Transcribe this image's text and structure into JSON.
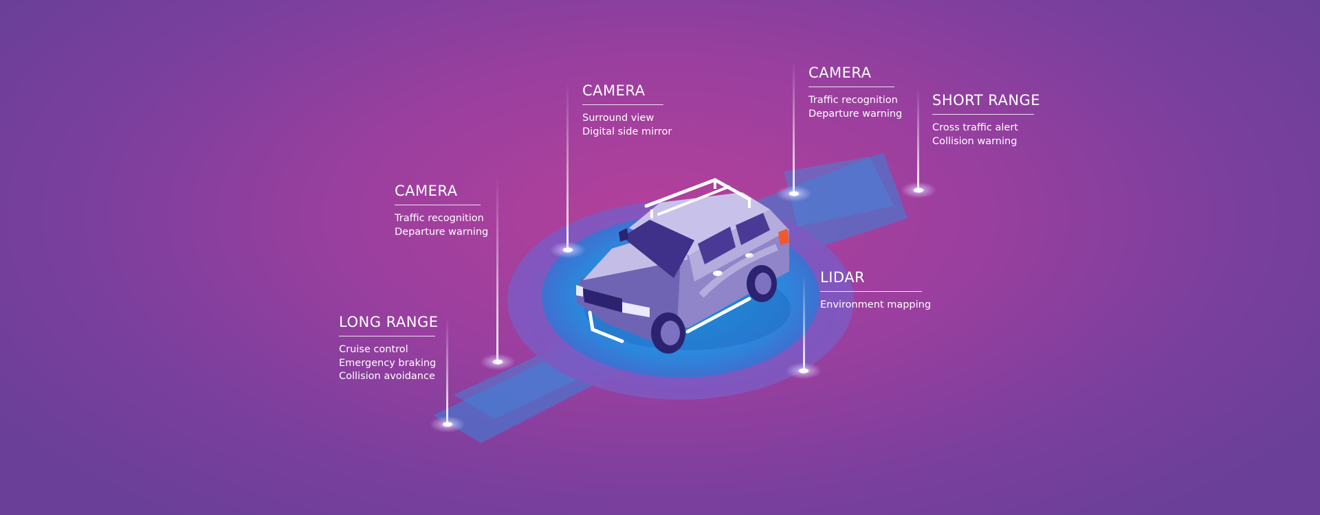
{
  "sensors": [
    {
      "title": "CAMERA",
      "lines": [
        "Surround view",
        "Digital side mirror"
      ]
    },
    {
      "title": "CAMERA",
      "lines": [
        "Traffic recognition",
        "Departure warning"
      ]
    },
    {
      "title": "SHORT RANGE",
      "lines": [
        "Cross traffic alert",
        "Collision warning"
      ]
    },
    {
      "title": "CAMERA",
      "lines": [
        "Traffic recognition",
        "Departure warning"
      ]
    },
    {
      "title": "LIDAR",
      "lines": [
        "Environment mapping"
      ]
    },
    {
      "title": "LONG RANGE",
      "lines": [
        "Cruise control",
        "Emergency braking",
        "Collision avoidance"
      ]
    }
  ],
  "colors": {
    "beam": "#3a86d8",
    "ring_outer": "#7a5ec4",
    "ring_inner": "#2f8ee0",
    "car_body": "#b7b0de",
    "car_dark": "#45358e"
  }
}
